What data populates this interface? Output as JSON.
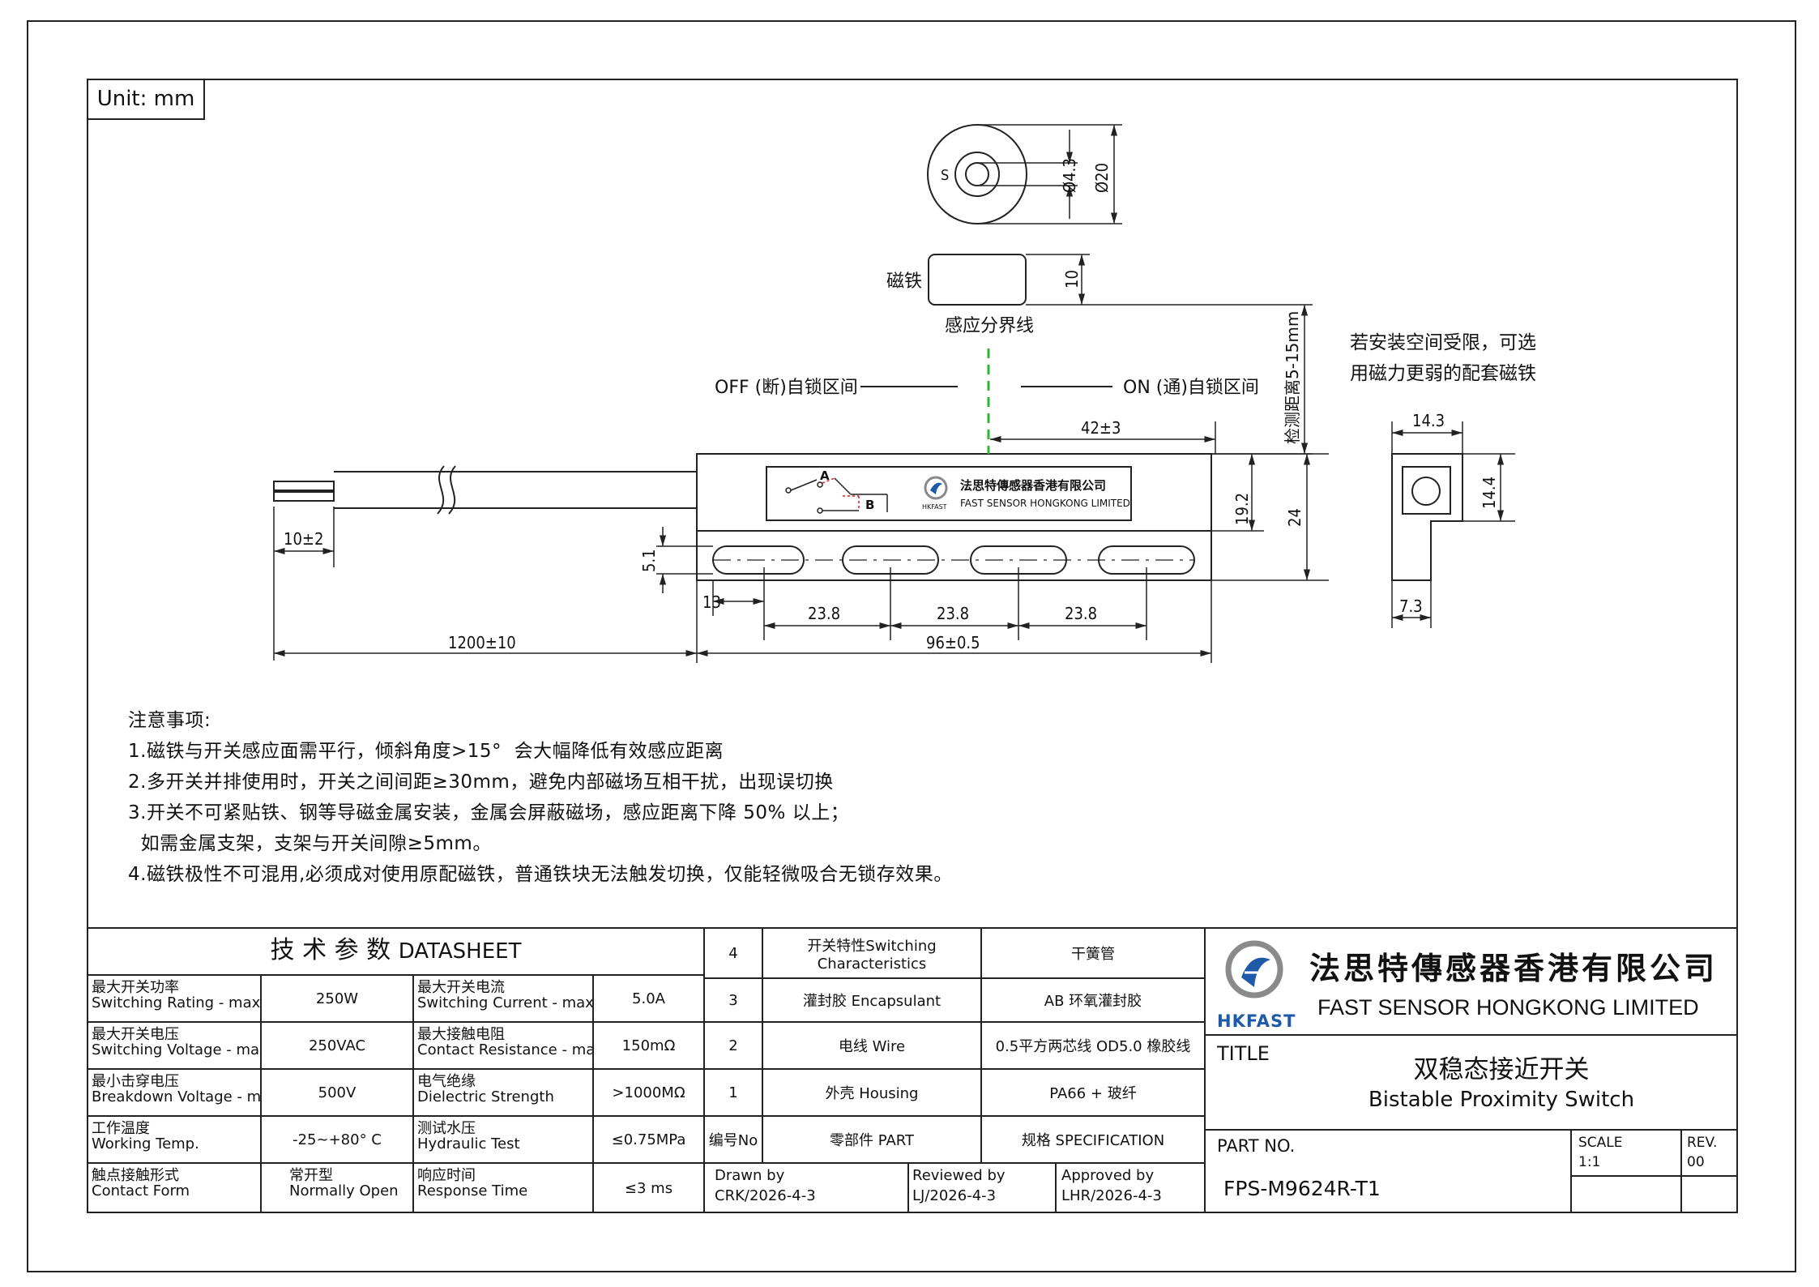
{
  "unit_label": "Unit: mm",
  "drawing": {
    "magnet_label": "磁铁",
    "magnet_pole": "S",
    "dim_hole": "Ø4.3",
    "dim_outer": "Ø20",
    "dim_magnet_height": "10",
    "sensing_boundary": "感应分界线",
    "off_zone": "OFF (断)自锁区间",
    "on_zone": "ON (通)自锁区间",
    "detect_distance": "检测距离5-15mm",
    "side_note_line1": "若安装空间受限，可选",
    "side_note_line2": "用磁力更弱的配套磁铁",
    "dim_42": "42±3",
    "dim_192": "19.2",
    "dim_24": "24",
    "dim_wire_strip": "10±2",
    "dim_51": "5.1",
    "dim_13": "13",
    "dim_238a": "23.8",
    "dim_238b": "23.8",
    "dim_238c": "23.8",
    "dim_cable": "1200±10",
    "dim_body": "96±0.5",
    "dim_143": "14.3",
    "dim_144": "14.4",
    "dim_73": "7.3",
    "label_a": "A",
    "label_b": "B",
    "label_company_cn": "法思特傳感器香港有限公司",
    "label_company_en": "FAST SENSOR HONGKONG LIMITED",
    "label_brand": "HKFAST"
  },
  "notes": {
    "title": "注意事项:",
    "line1": "1.磁铁与开关感应面需平行，倾斜角度>15°  会大幅降低有效感应距离",
    "line2": "2.多开关并排使用时，开关之间间距≥30mm，避免内部磁场互相干扰，出现误切换",
    "line3": "3.开关不可紧贴铁、钢等导磁金属安装，金属会屏蔽磁场，感应距离下降 50% 以上；",
    "line3b": "  如需金属支架，支架与开关间隙≥5mm。",
    "line4": "4.磁铁极性不可混用,必须成对使用原配磁铁，普通铁块无法触发切换，仅能轻微吸合无锁存效果。"
  },
  "datasheet": {
    "title_cn": "技 术 参 数",
    "title_en": "DATASHEET",
    "rows": [
      {
        "l1cn": "最大开关功率",
        "l1en": "Switching Rating - max.",
        "v1": "250W",
        "l2cn": "最大开关电流",
        "l2en": "Switching Current - max.",
        "v2": "5.0A"
      },
      {
        "l1cn": "最大开关电压",
        "l1en": "Switching Voltage - max.",
        "v1": "250VAC",
        "l2cn": "最大接触电阻",
        "l2en": "Contact Resistance - max.",
        "v2": "150mΩ"
      },
      {
        "l1cn": "最小击穿电压",
        "l1en": "Breakdown Voltage - min.",
        "v1": "500V",
        "l2cn": "电气绝缘",
        "l2en": "Dielectric Strength",
        "v2": ">1000MΩ"
      },
      {
        "l1cn": "工作温度",
        "l1en": "Working Temp.",
        "v1": "-25~+80° C",
        "l2cn": "测试水压",
        "l2en": "Hydraulic Test",
        "v2": "≤0.75MPa"
      },
      {
        "l1cn": "触点接触形式",
        "l1en": "Contact Form",
        "v1cn": "常开型",
        "v1en": "Normally Open",
        "l2cn": "响应时间",
        "l2en": "Response Time",
        "v2": "≤3 ms"
      }
    ]
  },
  "parts": {
    "rows": [
      {
        "no": "4",
        "part": "开关特性Switching Characteristics",
        "spec": "干簧管"
      },
      {
        "no": "3",
        "part": "灌封胶 Encapsulant",
        "spec": "AB 环氧灌封胶"
      },
      {
        "no": "2",
        "part": "电线 Wire",
        "spec": "0.5平方两芯线 OD5.0 橡胶线"
      },
      {
        "no": "1",
        "part": "外壳 Housing",
        "spec": "PA66 + 玻纤"
      }
    ],
    "header": {
      "no": "编号No",
      "part": "零部件 PART",
      "spec": "规格 SPECIFICATION"
    }
  },
  "signoff": {
    "drawn_label": "Drawn by",
    "drawn_value": "CRK/2026-4-3",
    "reviewed_label": "Reviewed by",
    "reviewed_value": "LJ/2026-4-3",
    "approved_label": "Approved by",
    "approved_value": "LHR/2026-4-3"
  },
  "titleblock": {
    "company_cn": "法思特傳感器香港有限公司",
    "company_en": "FAST SENSOR HONGKONG LIMITED",
    "logo_text": "HKFAST",
    "title_label": "TITLE",
    "title_cn": "双稳态接近开关",
    "title_en": "Bistable Proximity Switch",
    "part_no_label": "PART NO.",
    "part_no": "FPS-M9624R-T1",
    "scale_label": "SCALE",
    "scale_value": "1:1",
    "rev_label": "REV.",
    "rev_value": "00"
  },
  "colors": {
    "line": "#222222",
    "green_dash": "#2fb52f",
    "red": "#d42020",
    "logo_blue": "#1e5aa8",
    "logo_grey": "#8a8a8a"
  }
}
